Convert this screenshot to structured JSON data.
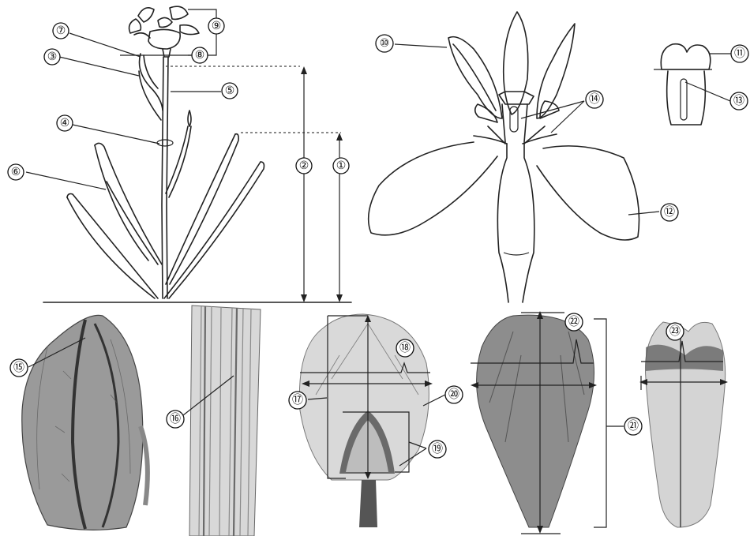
{
  "labels": {
    "c1": "①",
    "c2": "②",
    "c3": "③",
    "c4": "④",
    "c5": "⑤",
    "c6": "⑥",
    "c7": "⑦",
    "c8": "⑧",
    "c9": "⑨",
    "c10": "⑩",
    "c11": "⑪",
    "c12": "⑫",
    "c13": "⑬",
    "c14": "⑭",
    "c15": "⑮",
    "c16": "⑯",
    "c17": "⑰",
    "c18": "⑱",
    "c19": "⑲",
    "c20": "⑳",
    "c21": "㉑",
    "c22": "㉒",
    "c23": "㉓"
  },
  "colors": {
    "line": "#222222",
    "background": "#ffffff",
    "photo_shade": "#6f6f6f"
  }
}
